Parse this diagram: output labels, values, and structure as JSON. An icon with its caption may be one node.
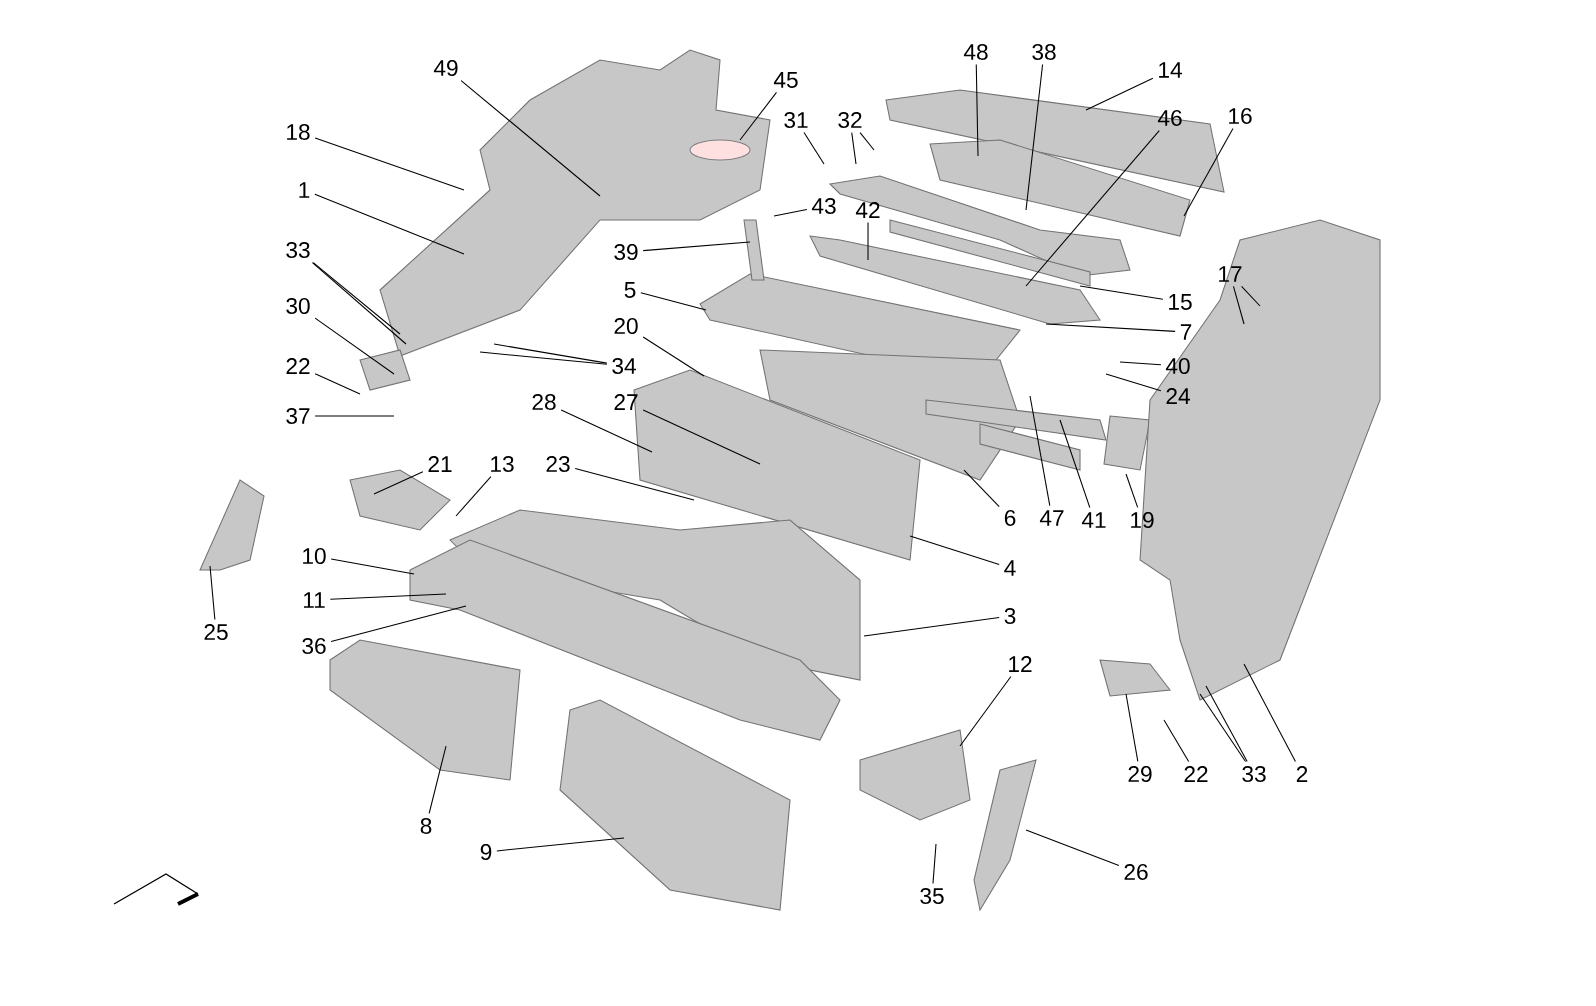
{
  "diagram": {
    "nodes": [
      {
        "text": [
          "49"
        ]
      },
      {
        "text": [
          "45"
        ]
      },
      {
        "text": [
          "48"
        ]
      },
      {
        "text": [
          "38"
        ]
      },
      {
        "text": [
          "14"
        ]
      },
      {
        "text": [
          "31"
        ]
      },
      {
        "text": [
          "32"
        ]
      },
      {
        "text": [
          "46"
        ]
      },
      {
        "text": [
          "16"
        ]
      },
      {
        "text": [
          "18"
        ]
      },
      {
        "text": [
          "1"
        ]
      },
      {
        "text": [
          "43"
        ]
      },
      {
        "text": [
          "42"
        ]
      },
      {
        "text": [
          "39"
        ]
      },
      {
        "text": [
          "33"
        ]
      },
      {
        "text": [
          "17"
        ]
      },
      {
        "text": [
          "5"
        ]
      },
      {
        "text": [
          "15"
        ]
      },
      {
        "text": [
          "30"
        ]
      },
      {
        "text": [
          "20"
        ]
      },
      {
        "text": [
          "7"
        ]
      },
      {
        "text": [
          "22"
        ]
      },
      {
        "text": [
          "34"
        ]
      },
      {
        "text": [
          "40"
        ]
      },
      {
        "text": [
          "24"
        ]
      },
      {
        "text": [
          "28"
        ]
      },
      {
        "text": [
          "27"
        ]
      },
      {
        "text": [
          "37"
        ]
      },
      {
        "text": [
          "21"
        ]
      },
      {
        "text": [
          "13"
        ]
      },
      {
        "text": [
          "23"
        ]
      },
      {
        "text": [
          "6"
        ]
      },
      {
        "text": [
          "47"
        ]
      },
      {
        "text": [
          "41"
        ]
      },
      {
        "text": [
          "19"
        ]
      },
      {
        "text": [
          "10"
        ]
      },
      {
        "text": [
          "4"
        ]
      },
      {
        "text": [
          "11"
        ]
      },
      {
        "text": [
          "3"
        ]
      },
      {
        "text": [
          "25"
        ]
      },
      {
        "text": [
          "36"
        ]
      },
      {
        "text": [
          "12"
        ]
      },
      {
        "text": [
          "29"
        ]
      },
      {
        "text": [
          "22"
        ]
      },
      {
        "text": [
          "33"
        ]
      },
      {
        "text": [
          "2"
        ]
      },
      {
        "text": [
          "8"
        ]
      },
      {
        "text": [
          "9"
        ]
      },
      {
        "text": [
          "26"
        ]
      },
      {
        "text": [
          "35"
        ]
      }
    ],
    "edges": [
      {
        "from": 0,
        "to": null,
        "arrow": "none"
      },
      {
        "from": 1,
        "to": null,
        "arrow": "none"
      },
      {
        "from": 2,
        "to": null,
        "arrow": "none"
      },
      {
        "from": 3,
        "to": null,
        "arrow": "none"
      },
      {
        "from": 4,
        "to": null,
        "arrow": "none"
      },
      {
        "from": 5,
        "to": null,
        "arrow": "none"
      },
      {
        "from": 6,
        "to": null,
        "arrow": "none"
      },
      {
        "from": 6,
        "to": null,
        "arrow": "none"
      },
      {
        "from": 7,
        "to": null,
        "arrow": "none"
      },
      {
        "from": 8,
        "to": null,
        "arrow": "none"
      },
      {
        "from": 9,
        "to": null,
        "arrow": "none"
      },
      {
        "from": 10,
        "to": null,
        "arrow": "none"
      },
      {
        "from": 11,
        "to": null,
        "arrow": "none"
      },
      {
        "from": 12,
        "to": null,
        "arrow": "none"
      },
      {
        "from": 13,
        "to": null,
        "arrow": "none"
      },
      {
        "from": 14,
        "to": null,
        "arrow": "none"
      },
      {
        "from": 14,
        "to": null,
        "arrow": "none"
      },
      {
        "from": 15,
        "to": null,
        "arrow": "none"
      },
      {
        "from": 15,
        "to": null,
        "arrow": "none"
      },
      {
        "from": 16,
        "to": null,
        "arrow": "none"
      },
      {
        "from": 17,
        "to": null,
        "arrow": "none"
      },
      {
        "from": 18,
        "to": null,
        "arrow": "none"
      },
      {
        "from": 19,
        "to": null,
        "arrow": "none"
      },
      {
        "from": 20,
        "to": null,
        "arrow": "none"
      },
      {
        "from": 21,
        "to": null,
        "arrow": "none"
      },
      {
        "from": 22,
        "to": null,
        "arrow": "none"
      },
      {
        "from": 22,
        "to": null,
        "arrow": "none"
      },
      {
        "from": 23,
        "to": null,
        "arrow": "none"
      },
      {
        "from": 24,
        "to": null,
        "arrow": "none"
      },
      {
        "from": 25,
        "to": null,
        "arrow": "none"
      },
      {
        "from": 26,
        "to": null,
        "arrow": "none"
      },
      {
        "from": 27,
        "to": null,
        "arrow": "none"
      },
      {
        "from": 28,
        "to": null,
        "arrow": "none"
      },
      {
        "from": 29,
        "to": null,
        "arrow": "none"
      },
      {
        "from": 30,
        "to": null,
        "arrow": "none"
      },
      {
        "from": 31,
        "to": null,
        "arrow": "none"
      },
      {
        "from": 32,
        "to": null,
        "arrow": "none"
      },
      {
        "from": 33,
        "to": null,
        "arrow": "none"
      },
      {
        "from": 34,
        "to": null,
        "arrow": "none"
      },
      {
        "from": 35,
        "to": null,
        "arrow": "none"
      },
      {
        "from": 36,
        "to": null,
        "arrow": "none"
      },
      {
        "from": 37,
        "to": null,
        "arrow": "none"
      },
      {
        "from": 38,
        "to": null,
        "arrow": "none"
      },
      {
        "from": 39,
        "to": null,
        "arrow": "none"
      },
      {
        "from": 40,
        "to": null,
        "arrow": "none"
      },
      {
        "from": 41,
        "to": null,
        "arrow": "none"
      },
      {
        "from": 42,
        "to": null,
        "arrow": "none"
      },
      {
        "from": 43,
        "to": null,
        "arrow": "none"
      },
      {
        "from": 44,
        "to": null,
        "arrow": "none"
      },
      {
        "from": 44,
        "to": null,
        "arrow": "none"
      },
      {
        "from": 45,
        "to": null,
        "arrow": "none"
      },
      {
        "from": 46,
        "to": null,
        "arrow": "none"
      },
      {
        "from": 47,
        "to": null,
        "arrow": "none"
      },
      {
        "from": 48,
        "to": null,
        "arrow": "none"
      },
      {
        "from": 49,
        "to": null,
        "arrow": "none"
      }
    ]
  }
}
